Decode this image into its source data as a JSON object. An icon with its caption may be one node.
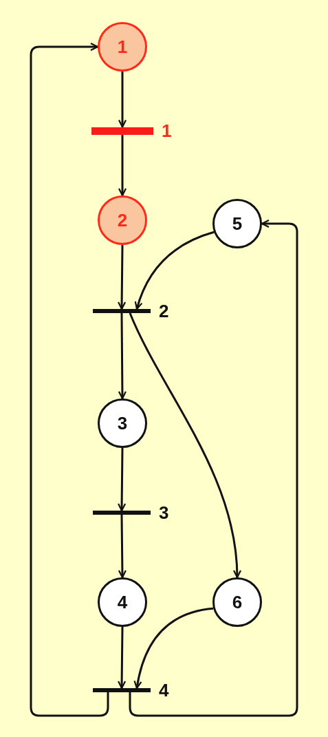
{
  "diagram": {
    "nodes": [
      {
        "text": [
          "1"
        ]
      },
      {
        "text": [],
        "shape": "bar",
        "beside": [
          "1"
        ]
      },
      {
        "text": [
          "2"
        ]
      },
      {
        "text": [
          "5"
        ]
      },
      {
        "text": [],
        "shape": "bar",
        "beside": [
          "2"
        ]
      },
      {
        "text": [
          "3"
        ]
      },
      {
        "text": [],
        "shape": "bar",
        "beside": [
          "3"
        ]
      },
      {
        "text": [
          "4"
        ]
      },
      {
        "text": [
          "6"
        ]
      },
      {
        "text": [],
        "shape": "bar",
        "beside": [
          "4"
        ]
      }
    ],
    "edges": [
      {
        "from": 0,
        "to": 1,
        "arrow": "to"
      },
      {
        "from": 1,
        "to": 2,
        "arrow": "to"
      },
      {
        "from": 2,
        "to": 4,
        "arrow": "to"
      },
      {
        "from": 3,
        "to": 4,
        "arrow": "to"
      },
      {
        "from": 4,
        "to": 5,
        "arrow": "to"
      },
      {
        "from": 4,
        "to": 8,
        "arrow": "to"
      },
      {
        "from": 5,
        "to": 6,
        "arrow": "to"
      },
      {
        "from": 6,
        "to": 7,
        "arrow": "to"
      },
      {
        "from": 7,
        "to": 9,
        "arrow": "to"
      },
      {
        "from": 8,
        "to": 9,
        "arrow": "to"
      },
      {
        "from": 9,
        "to": 0,
        "arrow": "to"
      },
      {
        "from": 9,
        "to": 3,
        "arrow": "to"
      }
    ]
  }
}
